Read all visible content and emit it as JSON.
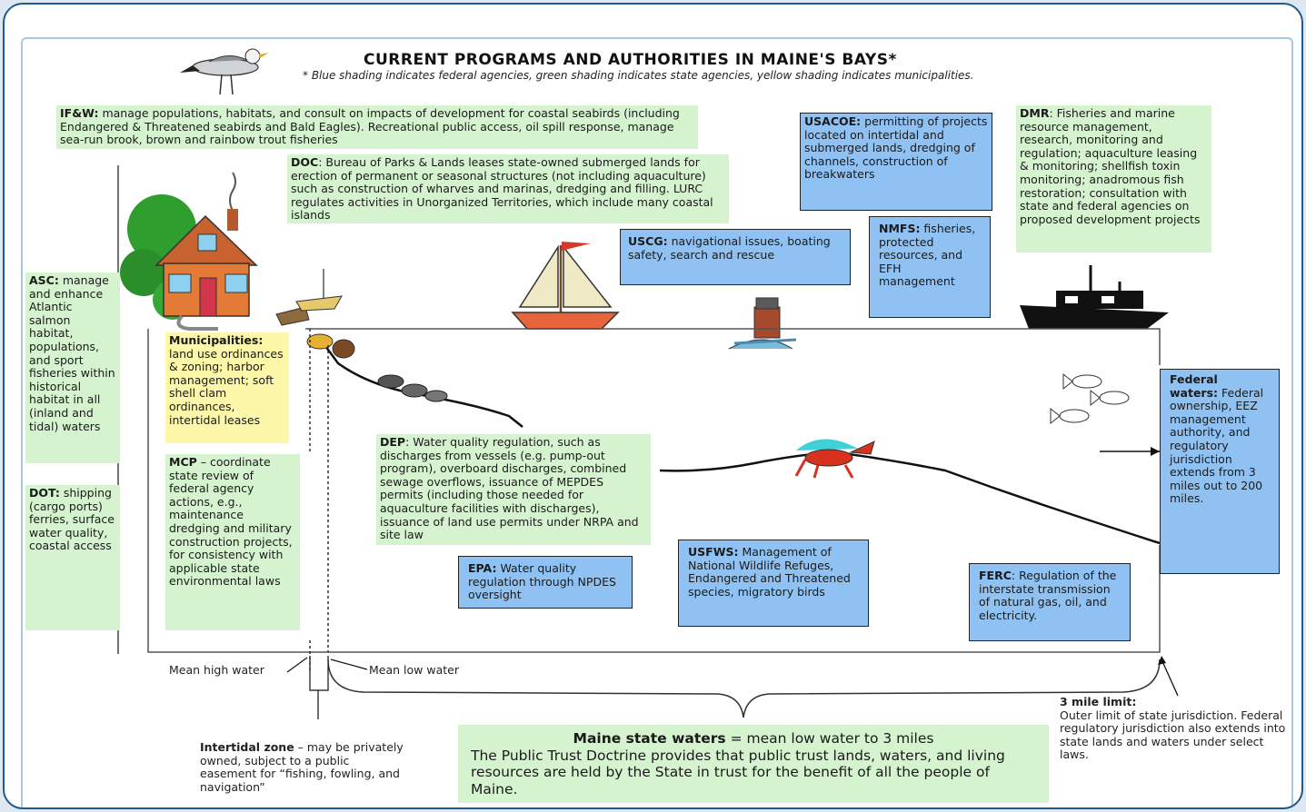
{
  "title": "CURRENT PROGRAMS AND AUTHORITIES IN MAINE'S BAYS*",
  "subtitle": "* Blue shading indicates federal agencies, green shading indicates state agencies, yellow shading indicates municipalities.",
  "colors": {
    "federal": "#8fc2f2",
    "state": "#d6f3cf",
    "municipal": "#fdf8a9",
    "frame": "#1e5a8e"
  },
  "agencies": {
    "ifw": {
      "name": "IF&W:",
      "text": " manage populations, habitats, and consult on impacts of development for coastal seabirds (including Endangered & Threatened seabirds and Bald Eagles).  Recreational public access, oil spill response, manage sea-run brook, brown and rainbow trout fisheries"
    },
    "doc": {
      "name": "DOC",
      "text": ": Bureau of Parks & Lands leases state-owned submerged lands for erection of permanent or seasonal structures (not including aquaculture) such as construction of wharves and marinas, dredging and filling. LURC regulates activities in Unorganized Territories, which include many coastal islands"
    },
    "usacoe": {
      "name": "USACOE:",
      "text": " permitting of projects located on intertidal and submerged lands, dredging of channels, construction of breakwaters"
    },
    "dmr": {
      "name": "DMR",
      "text": ": Fisheries and marine resource management, research, monitoring and regulation; aquaculture leasing & monitoring; shellfish toxin monitoring; anadromous fish restoration; consultation with state and federal agencies on proposed development projects"
    },
    "uscg": {
      "name": "USCG:",
      "text": " navigational issues, boating safety, search and rescue"
    },
    "nmfs": {
      "name": "NMFS:",
      "text": " fisheries, protected resources, and EFH management"
    },
    "asc": {
      "name": "ASC:",
      "text": " manage and enhance Atlantic salmon habitat, populations, and sport fisheries within historical habitat in all (inland and tidal) waters"
    },
    "dot": {
      "name": "DOT:",
      "text": " shipping (cargo ports) ferries, surface water quality, coastal access"
    },
    "municipalities": {
      "name": "Municipalities:",
      "text": " land use ordinances & zoning; harbor management; soft shell clam ordinances, intertidal leases"
    },
    "mcp": {
      "name": "MCP",
      "text": " – coordinate state review of federal agency actions, e.g., maintenance dredging and military construction projects, for consistency with applicable state environmental laws"
    },
    "dep": {
      "name": "DEP",
      "text": ": Water quality regulation, such as discharges from vessels (e.g. pump-out program), overboard discharges, combined sewage overflows, issuance of MEPDES permits (including those needed for aquaculture facilities with discharges), issuance of land use permits under NRPA and site law"
    },
    "epa": {
      "name": "EPA:",
      "text": " Water quality regulation through NPDES oversight"
    },
    "usfws": {
      "name": "USFWS:",
      "text": " Management of National Wildlife Refuges, Endangered and Threatened species, migratory birds"
    },
    "ferc": {
      "name": "FERC",
      "text": ": Regulation of the interstate transmission of natural gas, oil, and electricity."
    },
    "federal_waters": {
      "name": "Federal waters:",
      "text": " Federal ownership, EEZ management authority, and regulatory jurisdiction extends from 3 miles out to 200 miles."
    }
  },
  "labels": {
    "mean_high_water": "Mean high water",
    "mean_low_water": "Mean low water",
    "intertidal_bold": "Intertidal zone",
    "intertidal_text": " – may be privately owned, subject to a public easement for “fishing, fowling, and navigation”",
    "three_mile_bold": "3 mile limit:",
    "three_mile_text": "Outer limit of state jurisdiction. Federal regulatory jurisdiction also extends into state lands and waters under select laws.",
    "state_waters_bold": "Maine state waters",
    "state_waters_rest": " = mean low water to 3 miles",
    "state_waters_body": "The Public Trust Doctrine provides that public trust lands, waters, and living resources are held by the State in trust for the benefit of all the people of Maine."
  },
  "icons": [
    "seagull-icon",
    "house-icon",
    "sailboat-icon",
    "lighthouse-icon",
    "fishing-boat-icon",
    "mussels-icon",
    "lobster-icon",
    "fish-icon"
  ]
}
